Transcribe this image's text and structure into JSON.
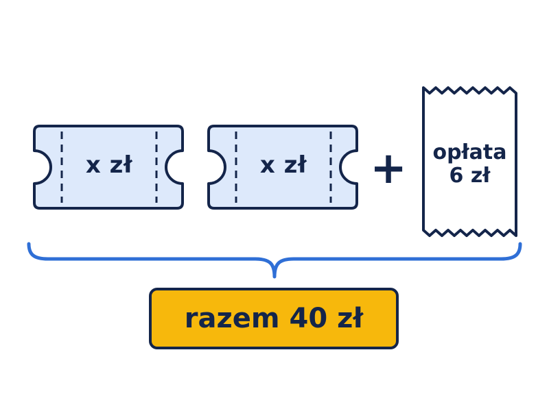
{
  "ticket_1": {
    "label": "x zł"
  },
  "ticket_2": {
    "label": "x zł"
  },
  "operator": {
    "symbol": "+"
  },
  "receipt": {
    "line_1": "opłata",
    "line_2": "6 zł"
  },
  "total": {
    "label": "razem 40 zł"
  },
  "colors": {
    "outline": "#14254a",
    "ticket_fill": "#dde9fb",
    "brace": "#2f6fd6",
    "total_fill": "#f7b80c",
    "receipt_fill": "#ffffff"
  },
  "icons": {
    "ticket": "ticket-icon",
    "receipt": "receipt-icon",
    "brace": "curly-brace-icon",
    "plus": "plus-icon"
  }
}
